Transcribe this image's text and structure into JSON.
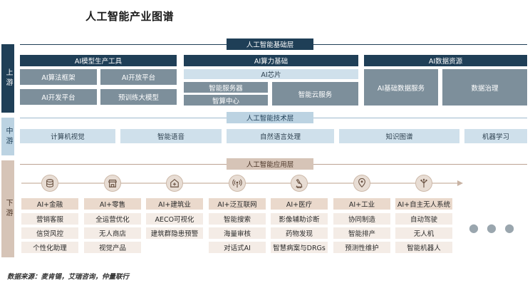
{
  "title": "人工智能产业图谱",
  "sides": {
    "up": "上游",
    "mid": "中游",
    "down": "下游"
  },
  "upstream": {
    "layer_label": "人工智能基础层",
    "tools": {
      "header": "AI模型生产工具",
      "items": [
        "AI算法框架",
        "AI开放平台",
        "AI开发平台",
        "预训练大模型"
      ]
    },
    "compute": {
      "header": "AI算力基础",
      "chip": "AI芯片",
      "server": "智能服务器",
      "center": "智算中心",
      "cloud": "智能云服务"
    },
    "data": {
      "header": "AI数据资源",
      "items": [
        "AI基础数据服务",
        "数据治理"
      ]
    }
  },
  "midstream": {
    "layer_label": "人工智能技术层",
    "items": [
      "计算机视觉",
      "智能语音",
      "自然语言处理",
      "知识图谱",
      "机器学习"
    ]
  },
  "downstream": {
    "layer_label": "人工智能应用层",
    "categories": [
      {
        "icon": "coins-icon",
        "head": "AI+金融",
        "items": [
          "营销客服",
          "信贷风控",
          "个性化助理"
        ]
      },
      {
        "icon": "storefront-icon",
        "head": "AI+零售",
        "items": [
          "全运营优化",
          "无人商店",
          "视觉产品"
        ]
      },
      {
        "icon": "building-plus-icon",
        "head": "AI+建筑业",
        "items": [
          "AECO可视化",
          "建筑群隐患预警"
        ]
      },
      {
        "icon": "signal-icon",
        "head": "AI+泛互联网",
        "items": [
          "智能搜索",
          "海量审核",
          "对话式AI"
        ]
      },
      {
        "icon": "microscope-icon",
        "head": "AI+医疗",
        "items": [
          "影像辅助诊断",
          "药物发现",
          "智慧病案与DRGs"
        ]
      },
      {
        "icon": "location-pin-icon",
        "head": "AI+工业",
        "items": [
          "协同制造",
          "智能排产",
          "预测性维护"
        ]
      },
      {
        "icon": "circuit-tree-icon",
        "head": "AI+自主无人系统",
        "items": [
          "自动驾驶",
          "无人机",
          "智能机器人"
        ]
      }
    ]
  },
  "more_indicator": "● ● ●",
  "source": "数据来源：麦肯锡，艾瑞咨询，仲量联行"
}
